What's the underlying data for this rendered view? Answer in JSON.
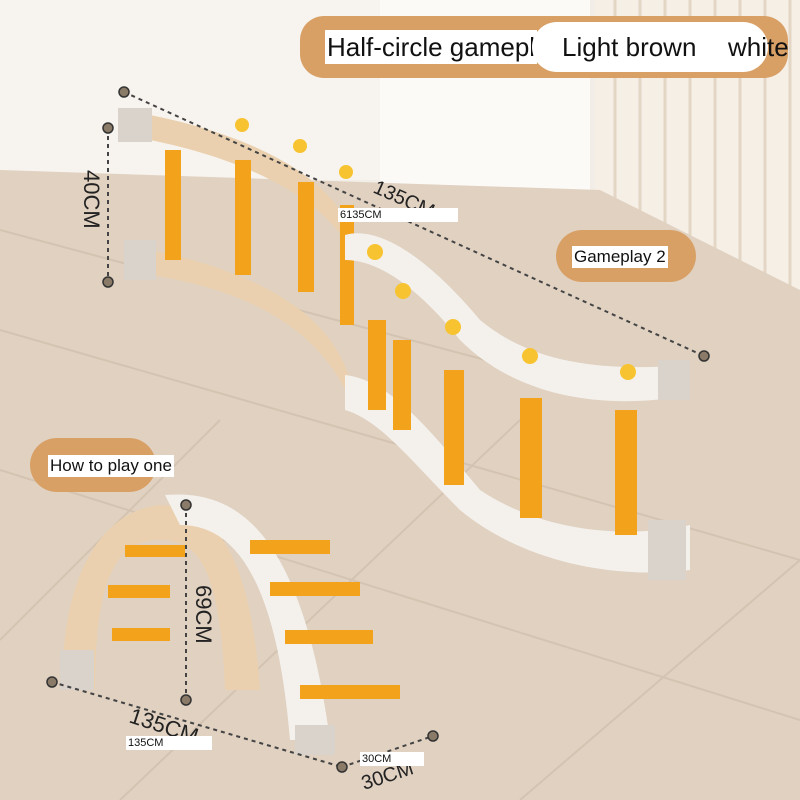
{
  "tags": {
    "half_circle": "Half-circle gamepl",
    "light_brown": "Light brown",
    "white": "white"
  },
  "labels": {
    "gameplay_2": "Gameplay 2",
    "how_to_play_one": "How to play one"
  },
  "dimensions": {
    "top_length_overlay": "6135CM",
    "top_length_printed": "135CM",
    "top_height": "40CM",
    "arch_height": "69CM",
    "arch_length_overlay": "135CM",
    "arch_length_printed": "135CM",
    "arch_depth_overlay": "30CM",
    "arch_depth_printed": "30CM"
  },
  "colors": {
    "tag_background": "#d9a066",
    "rung_orange": "#f3a21c",
    "light_brown_frame": "#ead0ae",
    "white_frame": "#f4f1ec",
    "floor": "#e3d6c8"
  }
}
